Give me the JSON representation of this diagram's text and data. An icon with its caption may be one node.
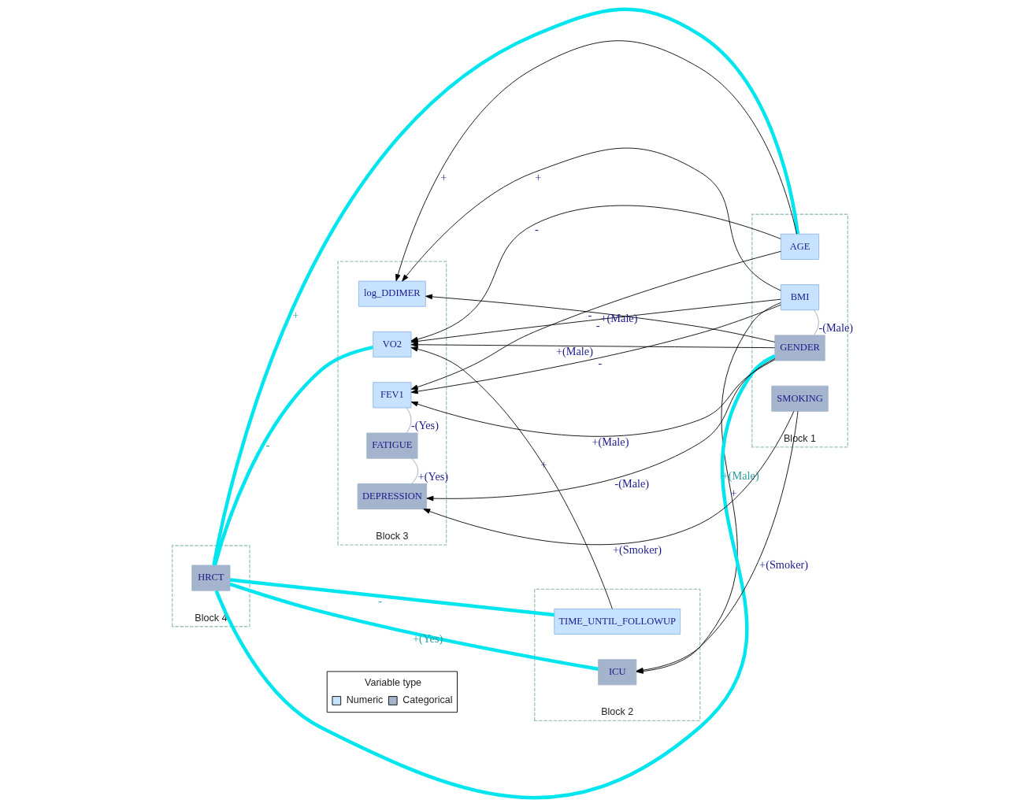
{
  "diagram": {
    "nodes": [
      {
        "text": [
          "Block 4"
        ]
      },
      {
        "text": [
          "HRCT"
        ],
        "in": 0
      },
      {
        "text": [
          "Block 3"
        ]
      },
      {
        "text": [
          "VO2"
        ],
        "in": 2
      },
      {
        "text": [
          "log_DDIMER"
        ],
        "in": 2
      },
      {
        "text": [
          "FEV1"
        ],
        "in": 2
      },
      {
        "text": [
          "FATIGUE"
        ],
        "in": 2
      },
      {
        "text": [
          "DEPRESSION"
        ],
        "in": 2
      },
      {
        "text": [
          "Block 2"
        ]
      },
      {
        "text": [
          "TIME_UNTIL_FOLLOWUP"
        ],
        "in": 8
      },
      {
        "text": [
          "ICU"
        ],
        "in": 8
      },
      {
        "text": [
          "Block 1"
        ]
      },
      {
        "text": [
          "AGE"
        ],
        "in": 11
      },
      {
        "text": [
          "BMI"
        ],
        "in": 11
      },
      {
        "text": [
          "GENDER"
        ],
        "in": 11
      },
      {
        "text": [
          "SMOKING"
        ],
        "in": 11
      }
    ],
    "edges": [
      {
        "from": 3,
        "to": 1,
        "arrow": "none",
        "label": "-",
        "style": "thick",
        "color": "#00e5ee"
      },
      {
        "from": 9,
        "to": 1,
        "arrow": "none",
        "label": "-",
        "style": "thick",
        "color": "#00e5ee"
      },
      {
        "from": 12,
        "to": 1,
        "arrow": "none",
        "label": "+",
        "style": "thick",
        "color": "#00e5ee"
      },
      {
        "from": 14,
        "to": 1,
        "arrow": "none",
        "label": "+(Male)",
        "style": "thick",
        "color": "#00e5ee"
      },
      {
        "from": 10,
        "to": 1,
        "arrow": "none",
        "label": "+(Yes)",
        "style": "thick",
        "color": "#00e5ee"
      },
      {
        "from": 9,
        "to": 3,
        "arrow": "to",
        "label": "+"
      },
      {
        "from": 12,
        "to": 3,
        "arrow": "to",
        "label": "-"
      },
      {
        "from": 12,
        "to": 4,
        "arrow": "to",
        "label": "+"
      },
      {
        "from": 12,
        "to": 5,
        "arrow": "to",
        "label": "-"
      },
      {
        "from": 13,
        "to": 3,
        "arrow": "to",
        "label": "-"
      },
      {
        "from": 13,
        "to": 4,
        "arrow": "to",
        "label": "+"
      },
      {
        "from": 13,
        "to": 5,
        "arrow": "to",
        "label": "-"
      },
      {
        "from": 13,
        "to": 10,
        "arrow": "to",
        "label": "+"
      },
      {
        "from": 14,
        "to": 3,
        "arrow": "to",
        "label": "+(Male)"
      },
      {
        "from": 14,
        "to": 4,
        "arrow": "to",
        "label": "+(Male)"
      },
      {
        "from": 14,
        "to": 5,
        "arrow": "to",
        "label": "+(Male)"
      },
      {
        "from": 14,
        "to": 7,
        "arrow": "to",
        "label": "-(Male)"
      },
      {
        "from": 15,
        "to": 7,
        "arrow": "to",
        "label": "+(Smoker)"
      },
      {
        "from": 15,
        "to": 10,
        "arrow": "to",
        "label": "+(Smoker)"
      },
      {
        "from": 5,
        "to": 6,
        "arrow": "none",
        "label": "-(Yes)",
        "color": "#9aa6bf"
      },
      {
        "from": 6,
        "to": 7,
        "arrow": "none",
        "label": "+(Yes)",
        "color": "#9aa6bf"
      },
      {
        "from": 13,
        "to": 14,
        "arrow": "none",
        "label": "-(Male)",
        "color": "#9aa6bf"
      }
    ],
    "labels": [
      "Variable type"
    ],
    "legend": [
      {
        "text": "Numeric",
        "color": "#c6e2ff"
      },
      {
        "text": "Categorical",
        "color": "#a3b4cc"
      }
    ]
  }
}
